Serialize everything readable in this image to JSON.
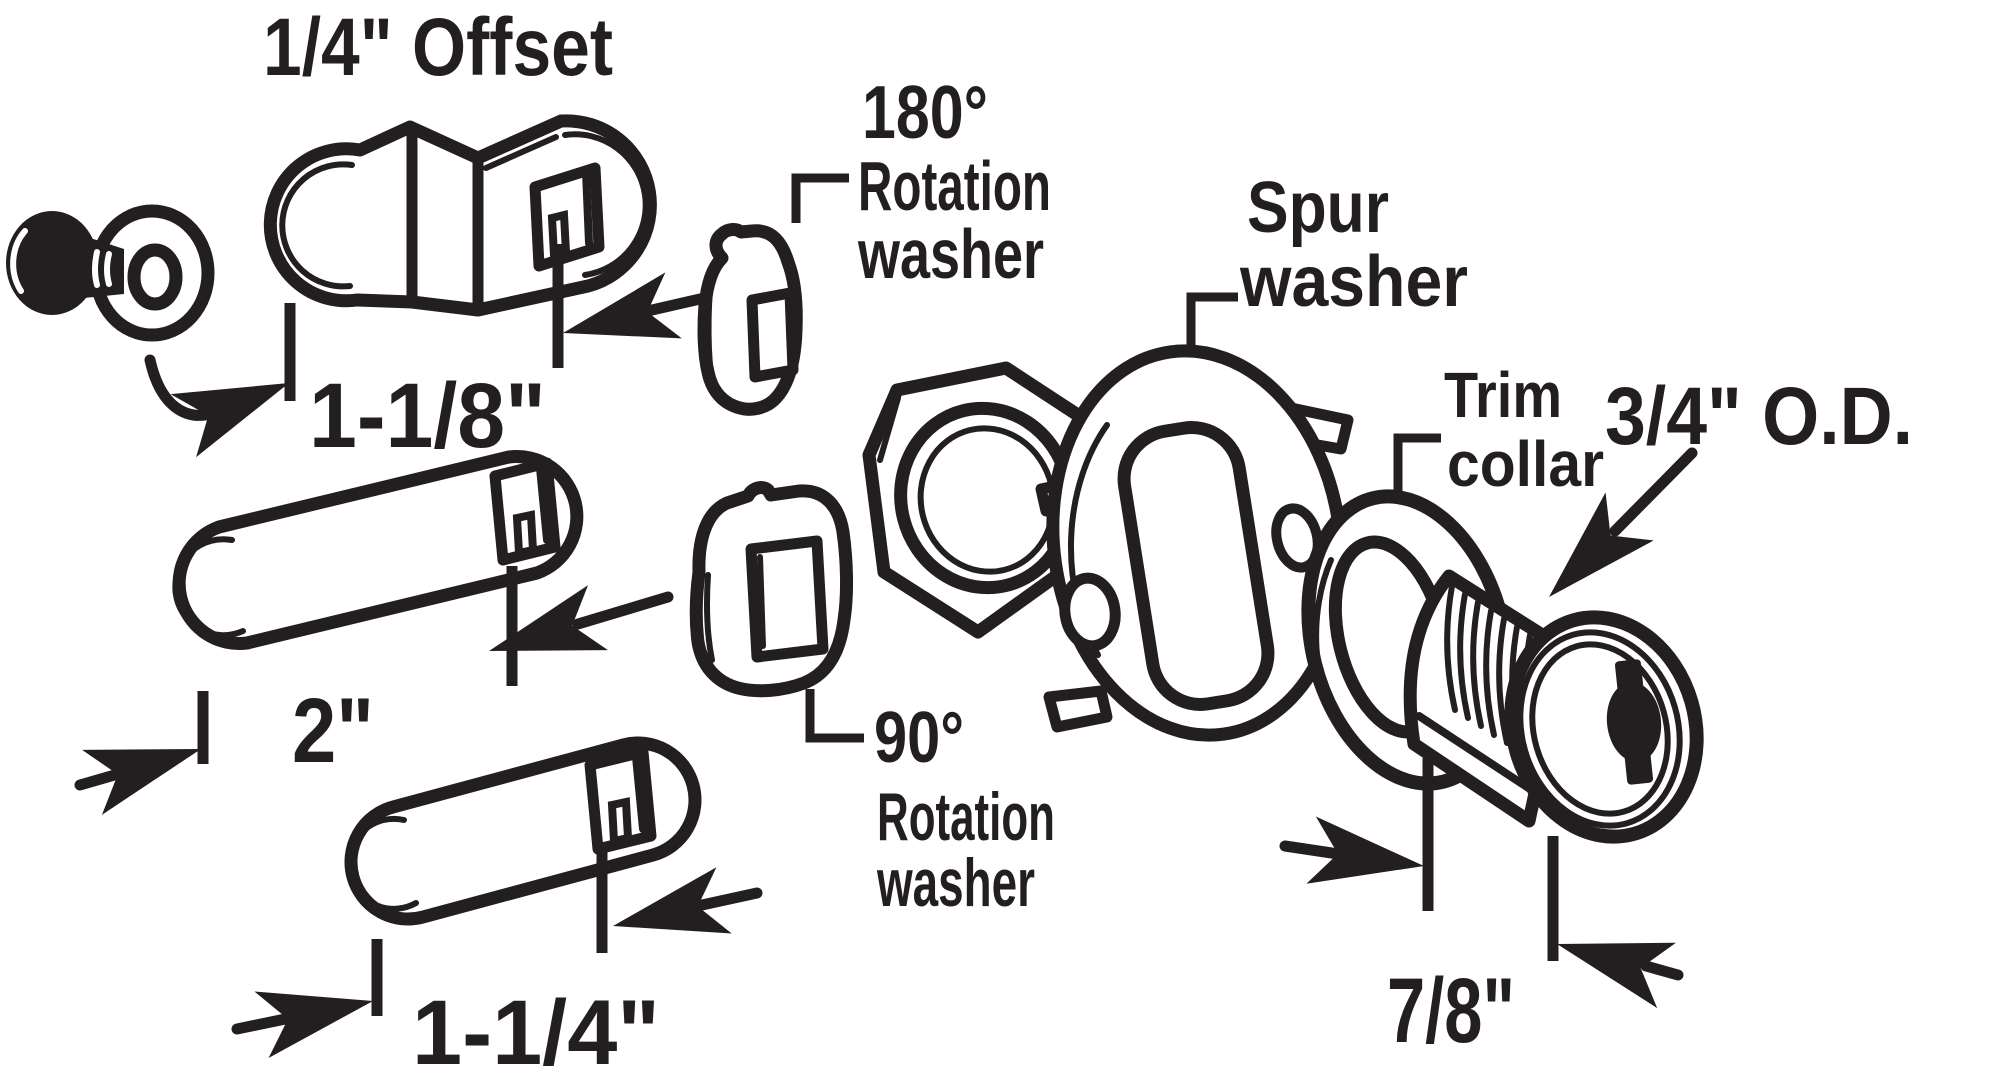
{
  "figure": {
    "background_color": "#ffffff",
    "line_color": "#231f20",
    "title": "1/4\" Offset",
    "callouts": {
      "rotation_180": {
        "line1": "180°",
        "line2": "Rotation",
        "line3": "washer"
      },
      "spur_washer": {
        "line1": "Spur",
        "line2": "washer"
      },
      "trim_collar": {
        "line1": "Trim",
        "line2": "collar"
      },
      "outer_diameter": "3/4\" O.D.",
      "rotation_90": {
        "line1": "90°",
        "line2": "Rotation",
        "line3": "washer"
      }
    },
    "dimensions": {
      "offset_cam_length": "1-1/8\"",
      "straight_cam_length": "2\"",
      "short_cam_length": "1-1/4\"",
      "cylinder_length": "7/8\""
    }
  }
}
